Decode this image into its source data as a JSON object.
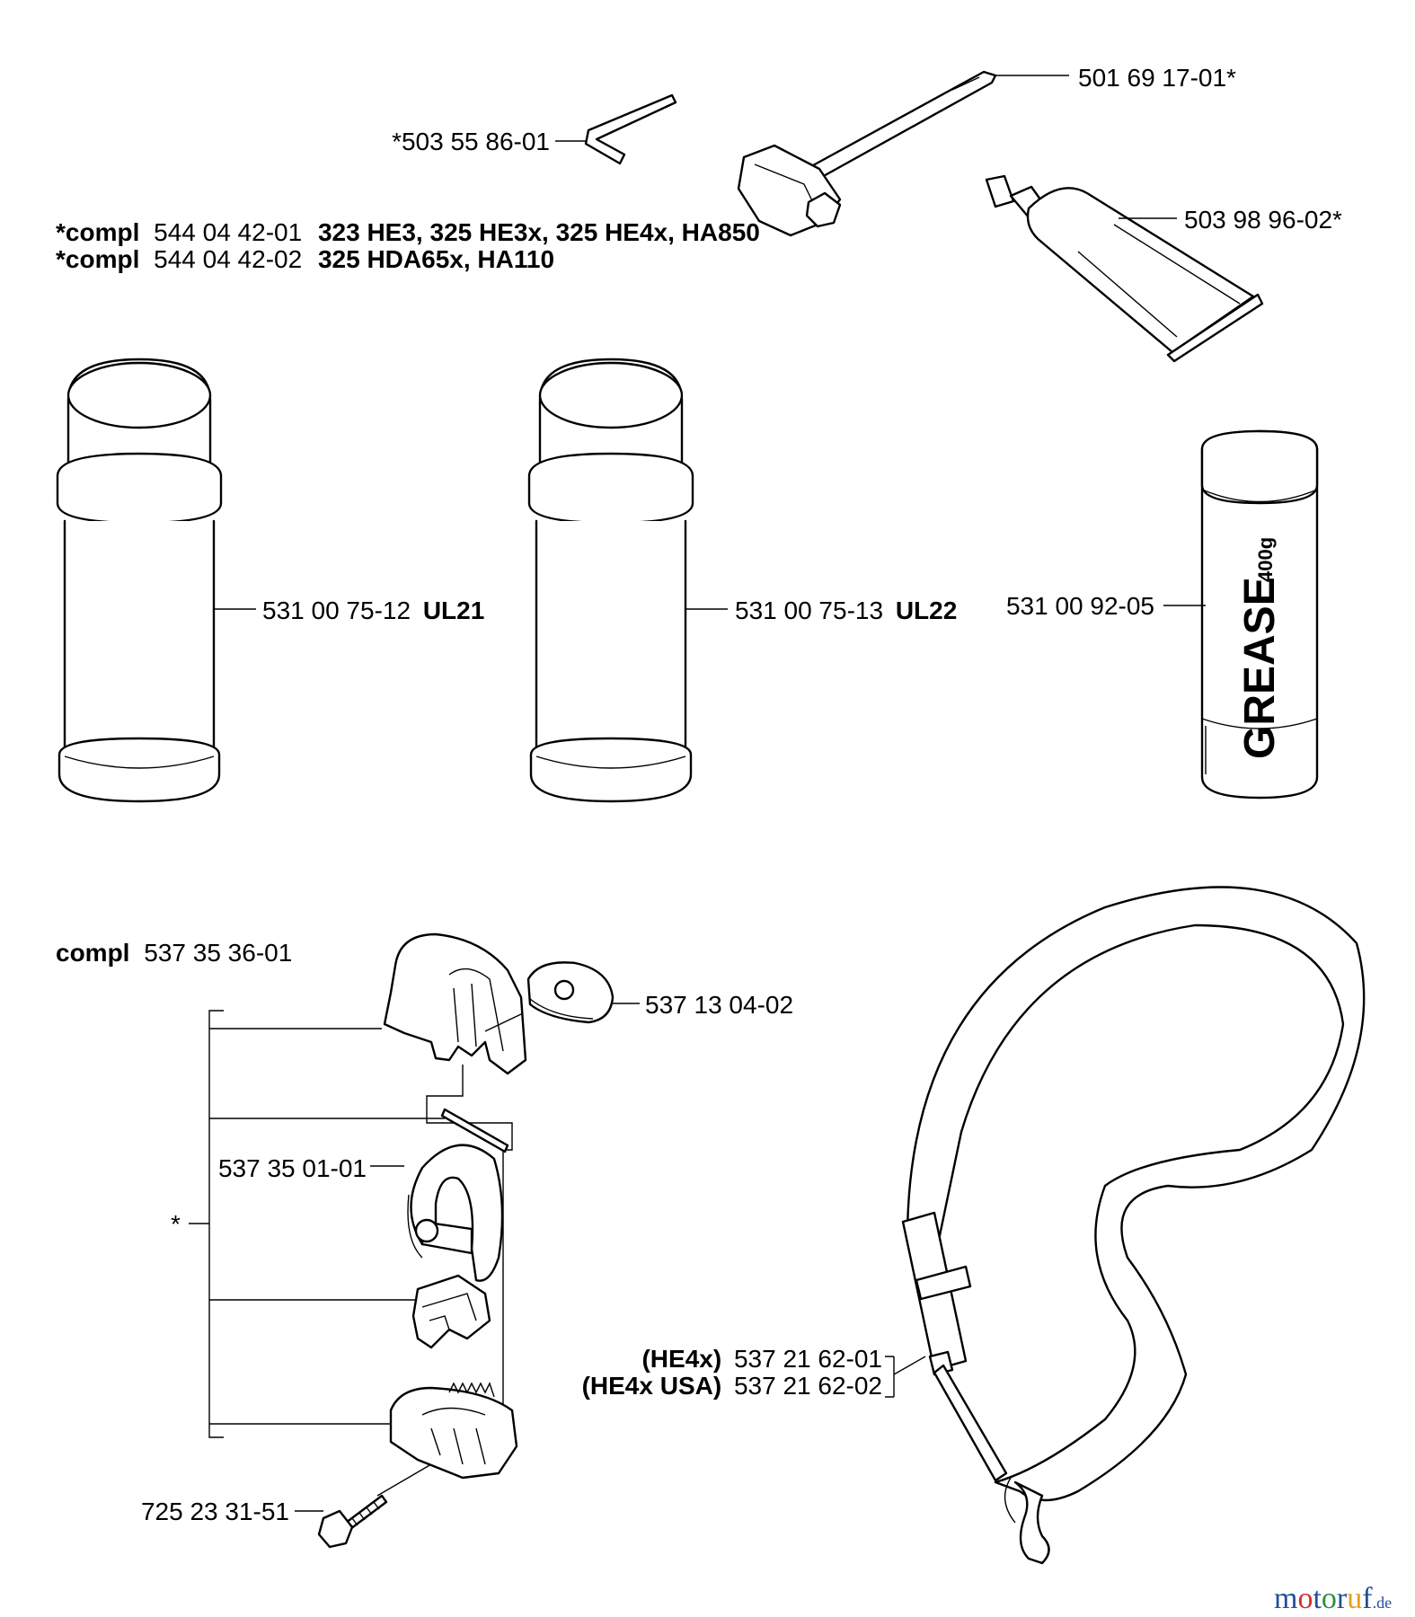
{
  "header": {
    "line1": {
      "prefix": "*compl",
      "number": "544 04 42-01",
      "models": "323 HE3, 325 HE3x, 325 HE4x, HA850"
    },
    "line2": {
      "prefix": "*compl",
      "number": "544 04 42-02",
      "models": "325 HDA65x, HA110"
    }
  },
  "parts": {
    "hex_key": "*503 55 86-01",
    "combination_wrench": "501 69 17-01*",
    "grease_tube": "503 98 96-02*",
    "spray_can_1": {
      "number": "531 00 75-12",
      "code": "UL21"
    },
    "spray_can_2": {
      "number": "531 00 75-13",
      "code": "UL22"
    },
    "grease_cartridge": {
      "number": "531 00 92-05",
      "label": "GREASE",
      "weight": "400g"
    },
    "hanger_compl": {
      "prefix": "compl",
      "number": "537 35 36-01"
    },
    "hanger_nut": "537 13 04-02",
    "hanger_loop": "537 35 01-01",
    "asterisk": "*",
    "screw": "725 23 31-51",
    "harness_1": {
      "variant": "(HE4x)",
      "number": "537 21 62-01"
    },
    "harness_2": {
      "variant": "(HE4x USA)",
      "number": "537 21 62-02"
    }
  },
  "watermark": {
    "m": "m",
    "o1": "o",
    "t": "t",
    "o2": "o",
    "r": "r",
    "u": "u",
    "f": "f",
    "de": ".de"
  }
}
